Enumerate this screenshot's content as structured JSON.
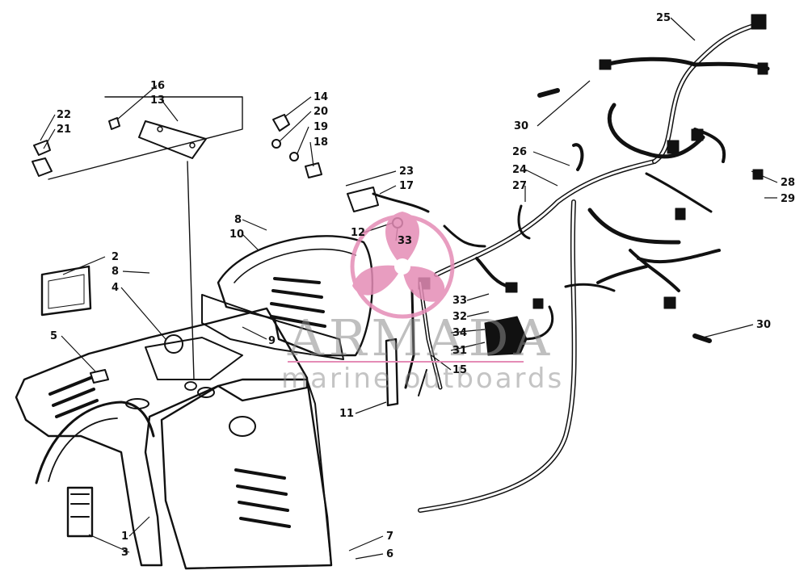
{
  "watermark": {
    "title": "ARMADA",
    "subtitle": "marine outboards",
    "accent_color": "#e48cb6",
    "text_color": "#8a8a8a"
  },
  "callouts": [
    "1",
    "2",
    "3",
    "4",
    "5",
    "6",
    "7",
    "8",
    "8",
    "9",
    "10",
    "11",
    "12",
    "13",
    "14",
    "15",
    "16",
    "17",
    "18",
    "19",
    "20",
    "21",
    "22",
    "23",
    "24",
    "25",
    "26",
    "27",
    "28",
    "29",
    "30",
    "30",
    "31",
    "32",
    "33",
    "33",
    "34"
  ]
}
